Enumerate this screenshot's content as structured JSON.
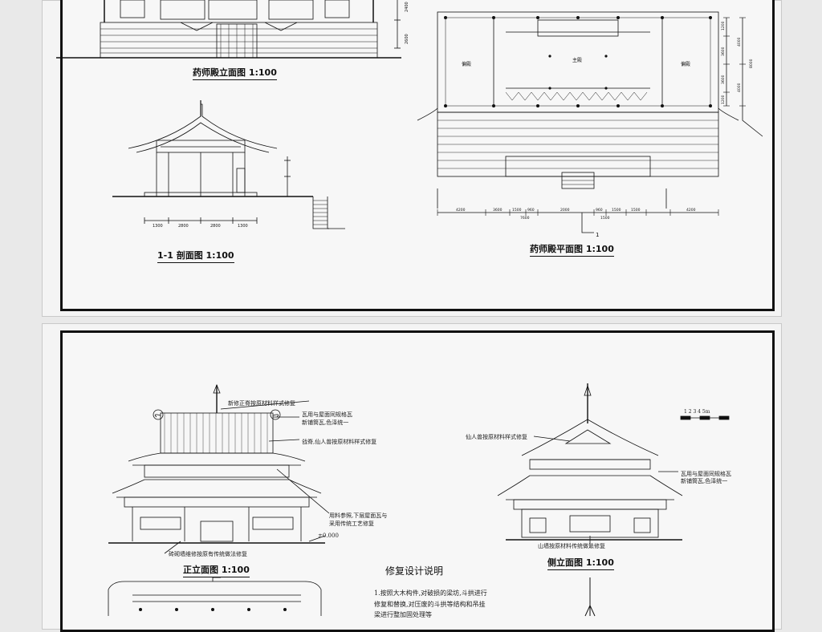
{
  "top_sheet": {
    "elevation_title": "药师殿立面图 1:100",
    "section_title": "1-1 剖面图 1:100",
    "plan_title": "药师殿平面图 1:100",
    "plan_rooms": {
      "left": "偏殿",
      "center": "主殿",
      "right": "偏殿"
    },
    "section_marker": "1",
    "plan_dims_bottom": [
      "4200",
      "3600",
      "1500",
      "960",
      "2000",
      "960",
      "1500",
      "1500",
      "4200"
    ],
    "plan_dims_bottom2": [
      "7600",
      "1500"
    ],
    "plan_dims_right": [
      "1200",
      "3600",
      "3600",
      "1200",
      "4000",
      "8000",
      "4000"
    ],
    "section_dims": [
      "1300",
      "2800",
      "2800",
      "1300"
    ],
    "elev_dims": [
      "2400",
      "2600"
    ]
  },
  "bottom_sheet": {
    "front_title": "正立面图 1:100",
    "side_title": "侧立面图 1:100",
    "notes_title": "修复设计说明",
    "notes_lines": [
      "1.按照大木构件,对破损的梁坊,斗拱进行",
      "修复和替换,对压废的斗拱等结构和吊挂",
      "梁进行整加固处理等"
    ],
    "front_callouts": [
      "新修正脊按原材料样式修复",
      "瓦用与屋面同规格瓦",
      "新铺筒瓦,色泽统一",
      "戗脊,仙人兽按原材料样式修复",
      "用料参照,下层屋面瓦与",
      "采用传统工艺修复",
      "砖砌墙维修按原有传统做法修复"
    ],
    "front_level": "±0.000",
    "side_callouts": [
      "仙人兽按原材料样式修复",
      "瓦用与屋面同规格瓦",
      "新铺筒瓦,色泽统一",
      "山墙按原材料传统做法修复"
    ],
    "scale_bar": "1 2 3 4 5m"
  },
  "colors": {
    "ink": "#111111",
    "paper": "#f7f7f7",
    "background": "#e9e9e9"
  }
}
